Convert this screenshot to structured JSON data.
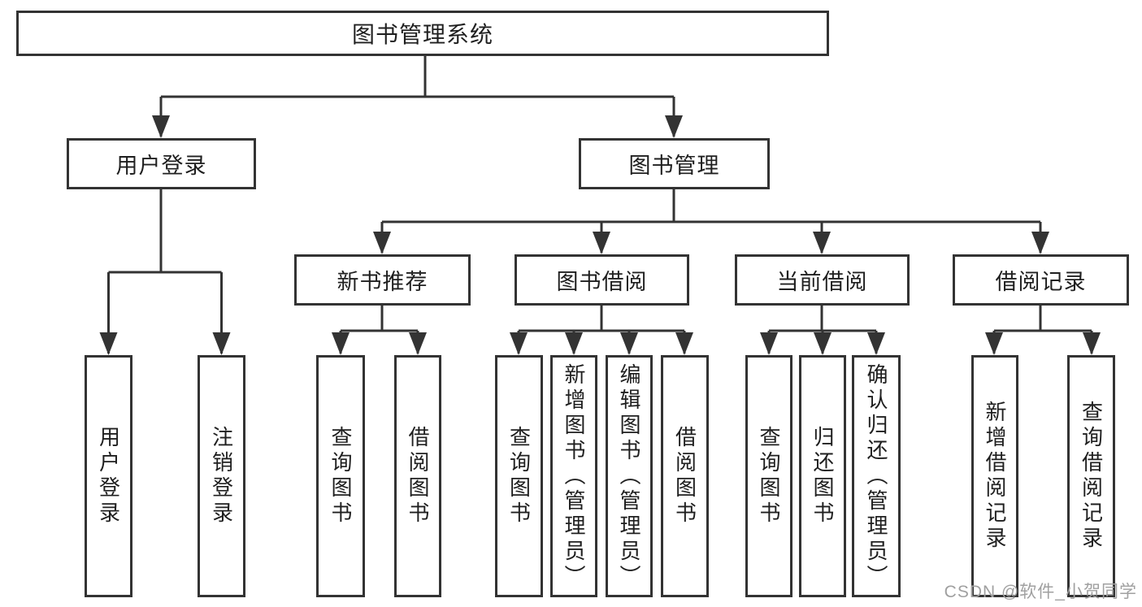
{
  "diagram": {
    "title": "图书管理系统",
    "level2": {
      "user_login": "用户登录",
      "book_management": "图书管理"
    },
    "modules": {
      "new_book_recommend": "新书推荐",
      "book_borrow": "图书借阅",
      "current_borrow": "当前借阅",
      "borrow_records": "借阅记录"
    },
    "leaves": {
      "user": [
        "用户登录",
        "注销登录"
      ],
      "recommend": [
        "查询图书",
        "借阅图书"
      ],
      "borrow": [
        "查询图书",
        "新增图书（管理员）",
        "编辑图书（管理员）",
        "借阅图书"
      ],
      "current": [
        "查询图书",
        "归还图书",
        "确认归还（管理员）"
      ],
      "records": [
        "新增借阅记录",
        "查询借阅记录"
      ]
    }
  },
  "watermark": "CSDN @软件_小贺同学",
  "colors": {
    "line": "#333333",
    "text": "#1f1f1f",
    "watermark": "#a0a0a0",
    "background": "#ffffff"
  }
}
